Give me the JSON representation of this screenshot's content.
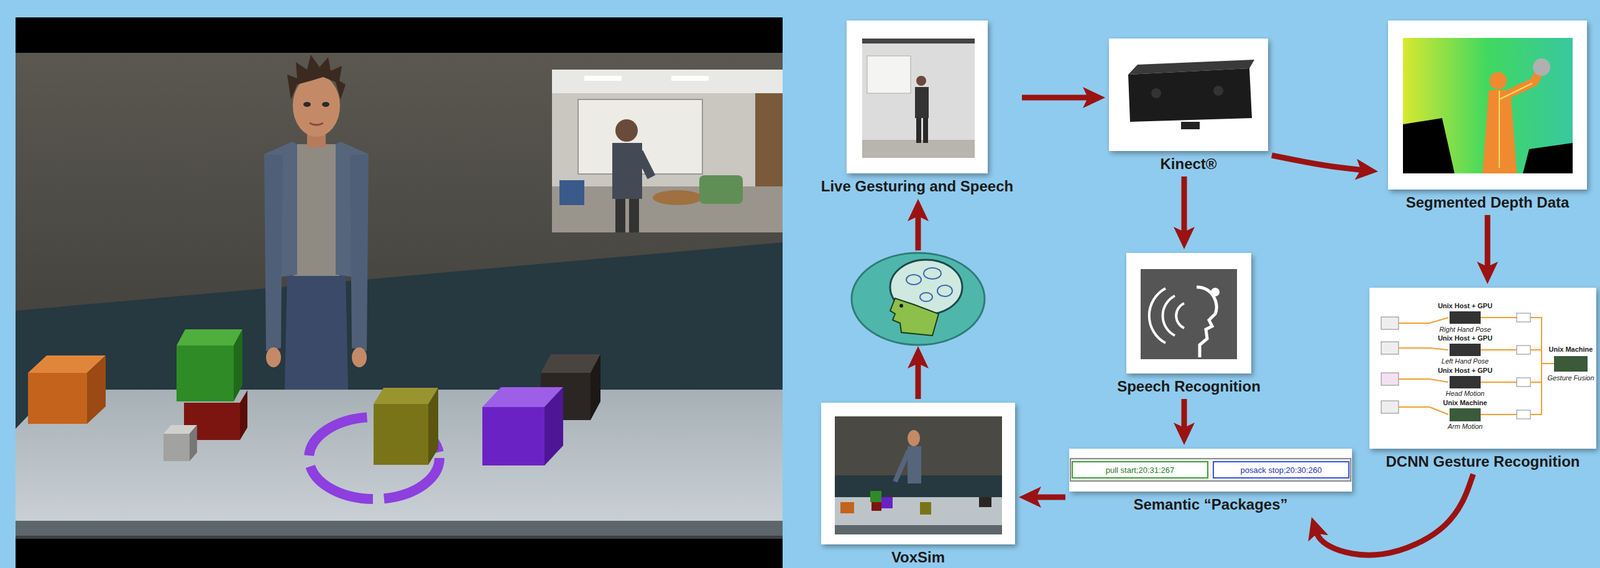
{
  "diagram": {
    "nodes": [
      {
        "text": [
          "Live Gesturing and Speech"
        ]
      },
      {
        "text": [
          "Kinect®"
        ]
      },
      {
        "text": [
          "Segmented Depth Data"
        ]
      },
      {
        "text": [
          "Speech Recognition"
        ]
      },
      {
        "text": [
          "DCNN Gesture Recognition"
        ]
      },
      {
        "text": [
          "Semantic “Packages”"
        ]
      },
      {
        "text": [
          "pull start;20:31:267"
        ],
        "in": 5
      },
      {
        "text": [
          "posack stop;20:30:260"
        ],
        "in": 5
      },
      {
        "text": [
          "VoxSim"
        ]
      }
    ],
    "edges": [
      {
        "from": 0,
        "to": 1,
        "arrow": "to"
      },
      {
        "from": 1,
        "to": 2,
        "arrow": "to"
      },
      {
        "from": 1,
        "to": 3,
        "arrow": "to"
      },
      {
        "from": 2,
        "to": 4,
        "arrow": "to"
      },
      {
        "from": 3,
        "to": 5,
        "arrow": "to"
      },
      {
        "from": 4,
        "to": 5,
        "arrow": "to"
      },
      {
        "from": 5,
        "to": 8,
        "arrow": "to"
      }
    ],
    "labels": [
      "Unix Host + GPU",
      "Right Hand Pose",
      "Unix Host + GPU",
      "Unix Machine",
      "Left Hand Pose",
      "Unix Host + GPU",
      "Gesture Fusion",
      "Head Motion",
      "Unix Machine",
      "Arm Motion"
    ]
  }
}
